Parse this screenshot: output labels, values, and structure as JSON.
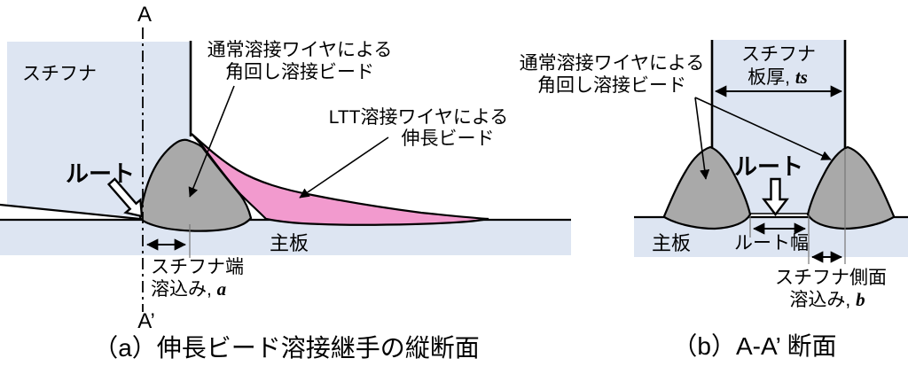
{
  "figure": {
    "colors": {
      "plate": "#dde5f2",
      "stiffener": "#dde5f2",
      "bead_gray": "#a9a9a9",
      "bead_pink": "#f29ace"
    },
    "panel_a": {
      "section_line_top": "A",
      "section_line_bottom": "A’",
      "stiffener_label": "スチフナ",
      "root_label": "ルート",
      "normal_bead_label_line1": "通常溶接ワイヤによる",
      "normal_bead_label_line2": "角回し溶接ビード",
      "ltt_bead_label_line1": "LTT溶接ワイヤによる",
      "ltt_bead_label_line2": "伸長ビード",
      "main_plate_label": "主板",
      "end_penetration_line1": "スチフナ端",
      "end_penetration_line2_prefix": "溶込み, ",
      "end_penetration_var": "a",
      "caption": "（a）伸長ビード溶接継手の縦断面"
    },
    "panel_b": {
      "thickness_label_line1": "スチフナ",
      "thickness_label_line2_prefix": "板厚, ",
      "thickness_var": "ts",
      "normal_bead_label_line1": "通常溶接ワイヤによる",
      "normal_bead_label_line2": "角回し溶接ビード",
      "root_label": "ルート",
      "main_plate_label": "主板",
      "root_width_label": "ルート幅",
      "side_penetration_line1": "スチフナ側面",
      "side_penetration_line2_prefix": "溶込み, ",
      "side_penetration_var": "b",
      "caption": "（b）A-A’ 断面"
    }
  }
}
